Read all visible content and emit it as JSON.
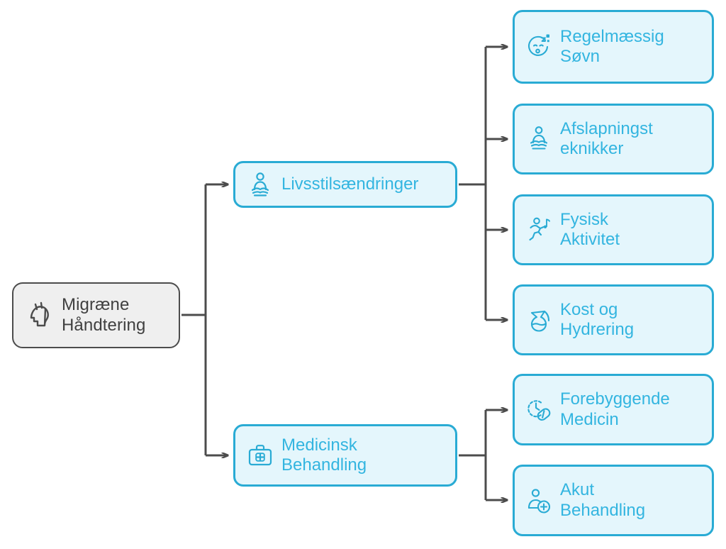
{
  "diagram": {
    "type": "mindmap",
    "title": "Migræne Håndtering",
    "orientation": "left-to-right",
    "colors": {
      "root_fill": "#efefef",
      "root_border": "#4c4c4c",
      "root_text": "#404040",
      "node_fill": "#e4f6fc",
      "node_border": "#29abd4",
      "node_text": "#33b5e0",
      "connector": "#4c4c4c",
      "background": "#ffffff"
    }
  },
  "root": {
    "label": "Migræne\nHåndtering",
    "icon": "head-migraine-icon"
  },
  "branches": [
    {
      "id": "lifestyle",
      "label": "Livsstilsændringer",
      "icon": "meditating-person-icon",
      "children": [
        {
          "id": "sleep",
          "label": "Regelmæssig\nSøvn",
          "icon": "sleeping-face-icon"
        },
        {
          "id": "relaxation",
          "label": "Afslapningst\neknikker",
          "icon": "meditation-lotus-icon"
        },
        {
          "id": "activity",
          "label": "Fysisk\nAktivitet",
          "icon": "running-person-music-icon"
        },
        {
          "id": "diet",
          "label": "Kost og\nHydrering",
          "icon": "water-pitcher-icon"
        }
      ]
    },
    {
      "id": "medical",
      "label": "Medicinsk\nBehandling",
      "icon": "first-aid-kit-icon",
      "children": [
        {
          "id": "preventive",
          "label": "Forebyggende\nMedicin",
          "icon": "clock-pill-icon"
        },
        {
          "id": "acute",
          "label": "Akut\nBehandling",
          "icon": "patient-plus-icon"
        }
      ]
    }
  ]
}
